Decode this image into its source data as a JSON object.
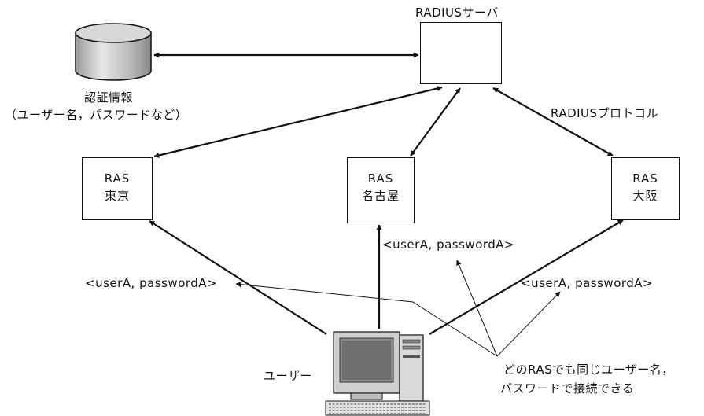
{
  "radius_server": {
    "label": "RADIUSサーバ"
  },
  "auth_db": {
    "label_line1": "認証情報",
    "label_line2": "（ユーザー名，パスワードなど）"
  },
  "protocol_label": "RADIUSプロトコル",
  "ras_nodes": [
    {
      "line1": "RAS",
      "line2": "東京"
    },
    {
      "line1": "RAS",
      "line2": "名古屋"
    },
    {
      "line1": "RAS",
      "line2": "大阪"
    }
  ],
  "credentials": {
    "tokyo": "<userA, passwordA>",
    "nagoya": "<userA, passwordA>",
    "osaka": "<userA, passwordA>"
  },
  "user_label": "ユーザー",
  "note": {
    "line1": "どのRASでも同じユーザー名，",
    "line2": "パスワードで接続できる"
  },
  "colors": {
    "stroke": "#111111",
    "background": "#ffffff"
  }
}
